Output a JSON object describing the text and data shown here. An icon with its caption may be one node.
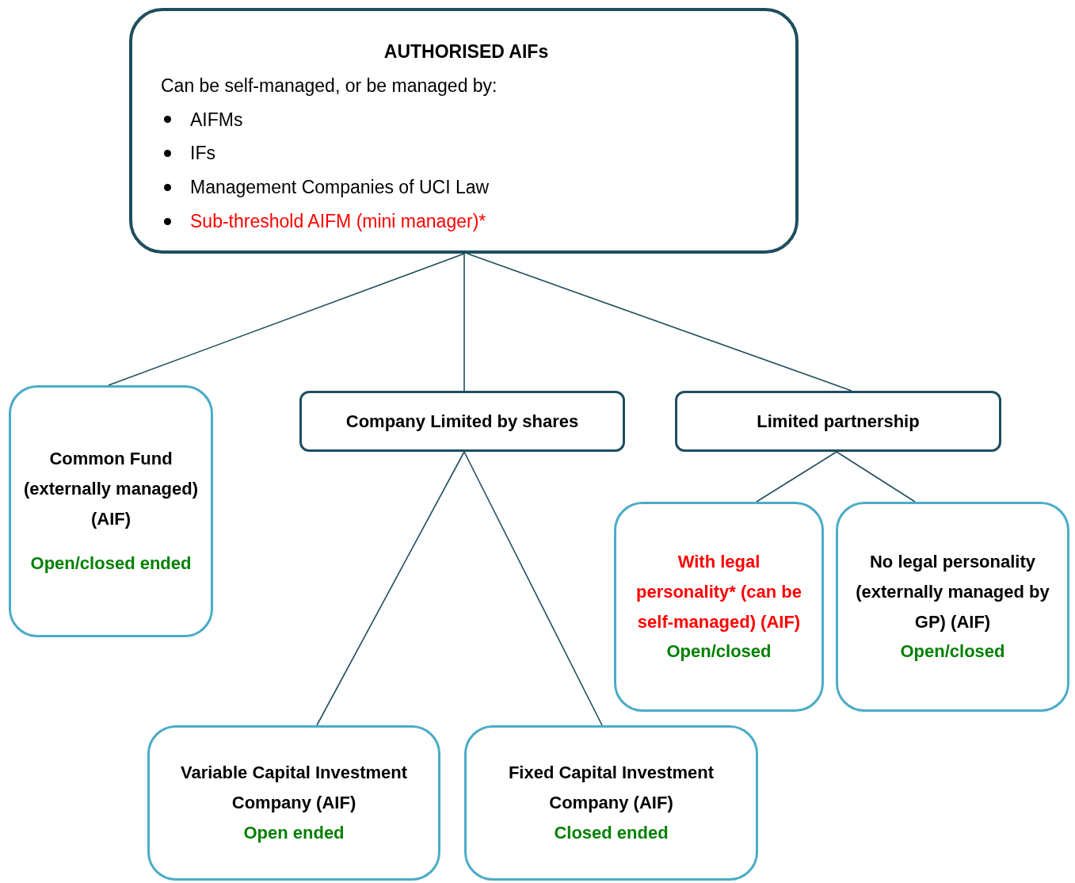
{
  "diagram": {
    "nodes": [
      {
        "text": [
          "AUTHORISED AIFs",
          "Can be self-managed, or be managed by:",
          "AIFMs",
          "IFs",
          "Management Companies of UCI Law",
          "Sub-threshold AIFM (mini manager)*"
        ]
      },
      {
        "text": [
          "Common Fund (externally managed) (AIF)",
          "Open/closed ended"
        ]
      },
      {
        "text": [
          "Company Limited by shares"
        ]
      },
      {
        "text": [
          "Limited partnership"
        ]
      },
      {
        "text": [
          "With legal personality* (can be self-managed) (AIF)",
          "Open/closed"
        ]
      },
      {
        "text": [
          "No legal personality (externally managed by GP) (AIF)",
          "Open/closed"
        ]
      },
      {
        "text": [
          "Variable Capital Investment Company (AIF)",
          "Open ended"
        ]
      },
      {
        "text": [
          "Fixed Capital Investment Company (AIF)",
          "Closed ended"
        ]
      }
    ],
    "edges": [
      {
        "from": 0,
        "to": 1,
        "arrow": "none"
      },
      {
        "from": 0,
        "to": 2,
        "arrow": "none"
      },
      {
        "from": 0,
        "to": 3,
        "arrow": "none"
      },
      {
        "from": 3,
        "to": 4,
        "arrow": "none"
      },
      {
        "from": 3,
        "to": 5,
        "arrow": "none"
      },
      {
        "from": 2,
        "to": 6,
        "arrow": "none"
      },
      {
        "from": 2,
        "to": 7,
        "arrow": "none"
      }
    ]
  }
}
